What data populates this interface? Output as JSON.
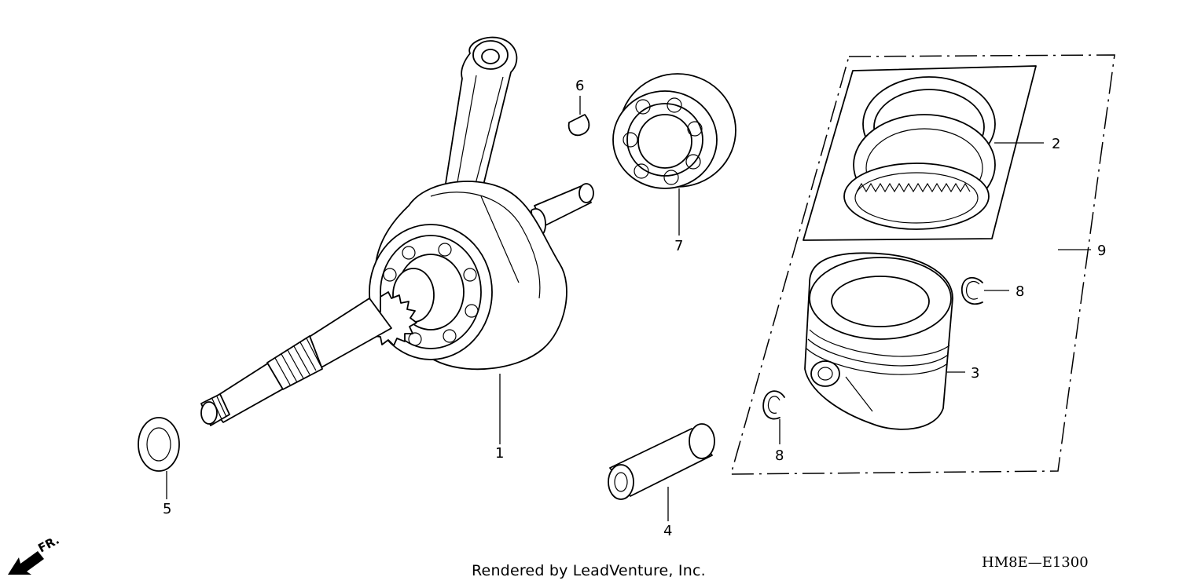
{
  "callouts": {
    "c1": "1",
    "c2": "2",
    "c3": "3",
    "c4": "4",
    "c5": "5",
    "c6": "6",
    "c7": "7",
    "c8a": "8",
    "c8b": "8",
    "c9": "9"
  },
  "front_indicator": "FR.",
  "footer_credit": "Rendered by LeadVenture, Inc.",
  "diagram_code": "HM8E—E1300"
}
